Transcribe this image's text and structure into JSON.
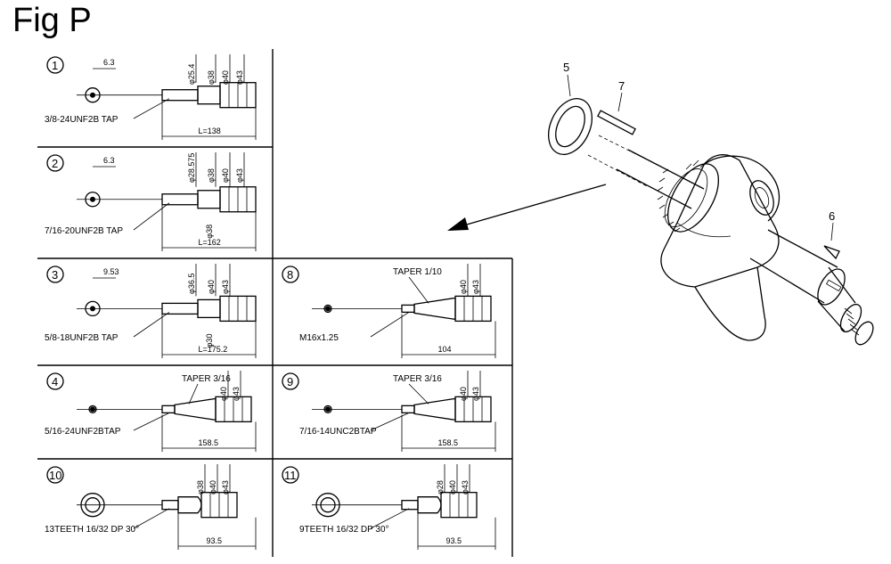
{
  "title": "Fig P",
  "variants": [
    {
      "id": "1",
      "col": 0,
      "row": 0,
      "label": "3/8-24UNF2B TAP",
      "kind": "plain",
      "offset": "6.3",
      "length": "L=138",
      "dims": [
        "φ25.4",
        "φ38",
        "φ40",
        "φ43"
      ]
    },
    {
      "id": "2",
      "col": 0,
      "row": 1,
      "label": "7/16-20UNF2B TAP",
      "kind": "plain",
      "offset": "6.3",
      "length": "L=162",
      "dims": [
        "φ28.575",
        "φ38",
        "φ40",
        "φ43"
      ],
      "extra_dim": "φ38"
    },
    {
      "id": "3",
      "col": 0,
      "row": 2,
      "label": "5/8-18UNF2B TAP",
      "kind": "plain",
      "offset": "9.53",
      "length": "L=175.2",
      "dims": [
        "φ36.5",
        "φ40",
        "φ43"
      ],
      "extra_dim": "φ30"
    },
    {
      "id": "4",
      "col": 0,
      "row": 3,
      "label": "5/16-24UNF2BTAP",
      "kind": "taper",
      "taper": "TAPER 3/16",
      "length": "158.5",
      "dims": [
        "φ40",
        "φ43"
      ]
    },
    {
      "id": "10",
      "col": 0,
      "row": 4,
      "label": "13TEETH 16/32 DP 30°",
      "kind": "spline",
      "length": "93.5",
      "dims": [
        "φ38",
        "φ40",
        "φ43"
      ]
    },
    {
      "id": "8",
      "col": 1,
      "row": 2,
      "label": "M16x1.25",
      "kind": "taper",
      "taper": "TAPER 1/10",
      "length": "104",
      "dims": [
        "φ40",
        "φ43"
      ]
    },
    {
      "id": "9",
      "col": 1,
      "row": 3,
      "label": "7/16-14UNC2BTAP",
      "kind": "taper",
      "taper": "TAPER 3/16",
      "length": "158.5",
      "dims": [
        "φ40",
        "φ43"
      ]
    },
    {
      "id": "11",
      "col": 1,
      "row": 4,
      "label": "9TEETH 16/32 DP 30°",
      "kind": "spline",
      "length": "93.5",
      "dims": [
        "φ28",
        "φ40",
        "φ43"
      ]
    }
  ],
  "callouts": [
    {
      "id": "5",
      "part": "washer"
    },
    {
      "id": "7",
      "part": "key"
    },
    {
      "id": "6",
      "part": "woodruff-key"
    }
  ]
}
